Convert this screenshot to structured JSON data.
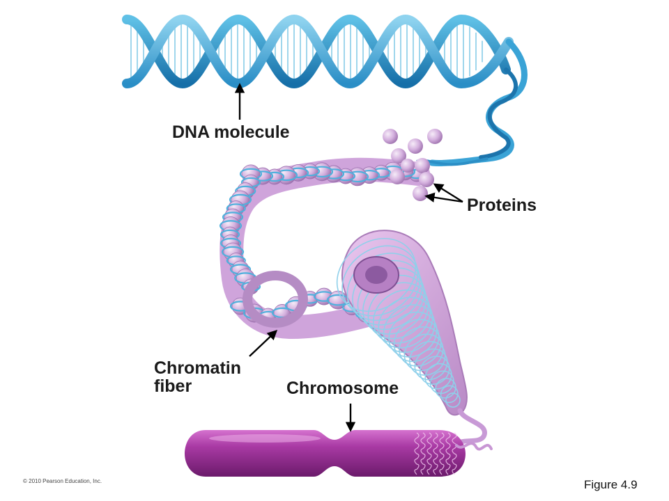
{
  "labels": {
    "dna_molecule": "DNA molecule",
    "proteins": "Proteins",
    "chromatin_line1": "Chromatin",
    "chromatin_line2": "fiber",
    "chromosome": "Chromosome"
  },
  "footer": {
    "copyright": "© 2010 Pearson Education, Inc.",
    "figure": "Figure 4.9"
  },
  "colors": {
    "dna_strand": "#4fb0dc",
    "dna_strand_dark": "#1e7fb8",
    "protein": "#d7b6df",
    "chromatin": "#cfa4db",
    "chromosome": "#9c2f9a",
    "arrow": "#000000"
  }
}
